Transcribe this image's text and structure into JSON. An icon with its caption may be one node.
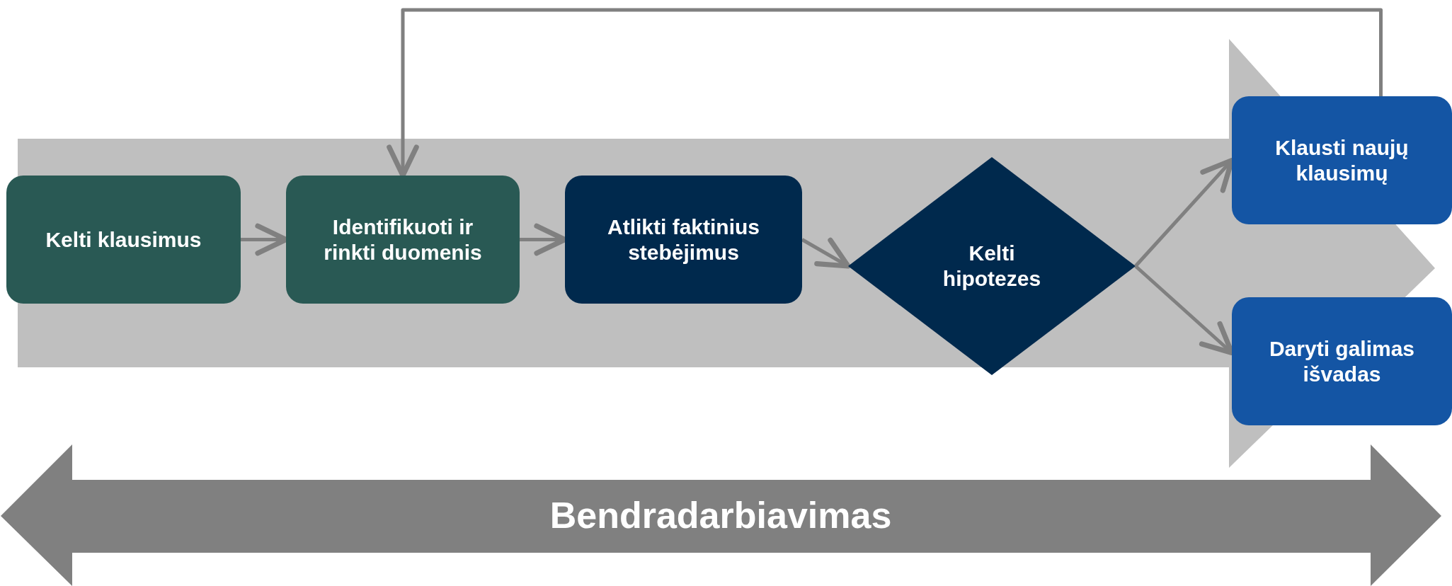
{
  "diagram": {
    "nodes": [
      {
        "text": [
          "Kelti klausimus"
        ]
      },
      {
        "text": [
          "Identifikuoti ir rinkti duomenis"
        ]
      },
      {
        "text": [
          "Atlikti faktinius stebėjimus"
        ]
      },
      {
        "text": [
          "Kelti hipotezes"
        ]
      },
      {
        "text": [
          "Klausti naujų klausimų"
        ]
      },
      {
        "text": [
          "Daryti galimas išvadas"
        ]
      },
      {
        "text": [
          "Bendradarbiavimas"
        ]
      }
    ],
    "edges": [
      {
        "from": 0,
        "to": 1,
        "arrow": "to"
      },
      {
        "from": 1,
        "to": 2,
        "arrow": "to"
      },
      {
        "from": 2,
        "to": 3,
        "arrow": "to"
      },
      {
        "from": 3,
        "to": 4,
        "arrow": "to"
      },
      {
        "from": 3,
        "to": 5,
        "arrow": "to"
      },
      {
        "from": 4,
        "to": 1,
        "arrow": "to"
      }
    ]
  }
}
